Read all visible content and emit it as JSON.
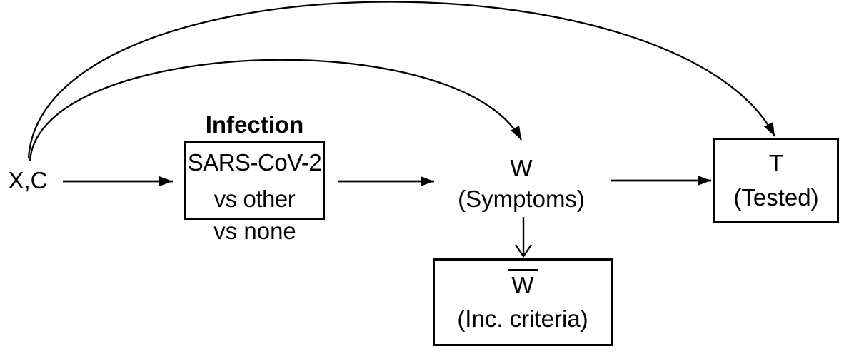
{
  "diagram": {
    "colors": {
      "background": "#ffffff",
      "line": "#000000",
      "text": "#000000"
    },
    "nodes": {
      "xc": {
        "label": "X,C"
      },
      "infection": {
        "heading": "Infection",
        "line1": "SARS-CoV-2",
        "line2": "vs other",
        "footer": "vs none"
      },
      "symptoms": {
        "label": "W",
        "sublabel": "(Symptoms)"
      },
      "tested": {
        "label": "T",
        "sublabel": "(Tested)"
      },
      "inclusion": {
        "label": "W",
        "overline": true,
        "sublabel": "(Inc. criteria)"
      }
    },
    "edges": [
      {
        "from": "X,C",
        "to": "Infection",
        "style": "straight-arrow"
      },
      {
        "from": "Infection",
        "to": "W (Symptoms)",
        "style": "straight-arrow"
      },
      {
        "from": "W (Symptoms)",
        "to": "T (Tested)",
        "style": "straight-arrow"
      },
      {
        "from": "X,C",
        "to": "W (Symptoms)",
        "style": "curved-arrow"
      },
      {
        "from": "X,C",
        "to": "T (Tested)",
        "style": "curved-arrow"
      },
      {
        "from": "W (Symptoms)",
        "to": "W-bar (Inc. criteria)",
        "style": "down-arrow-open-head"
      }
    ]
  }
}
